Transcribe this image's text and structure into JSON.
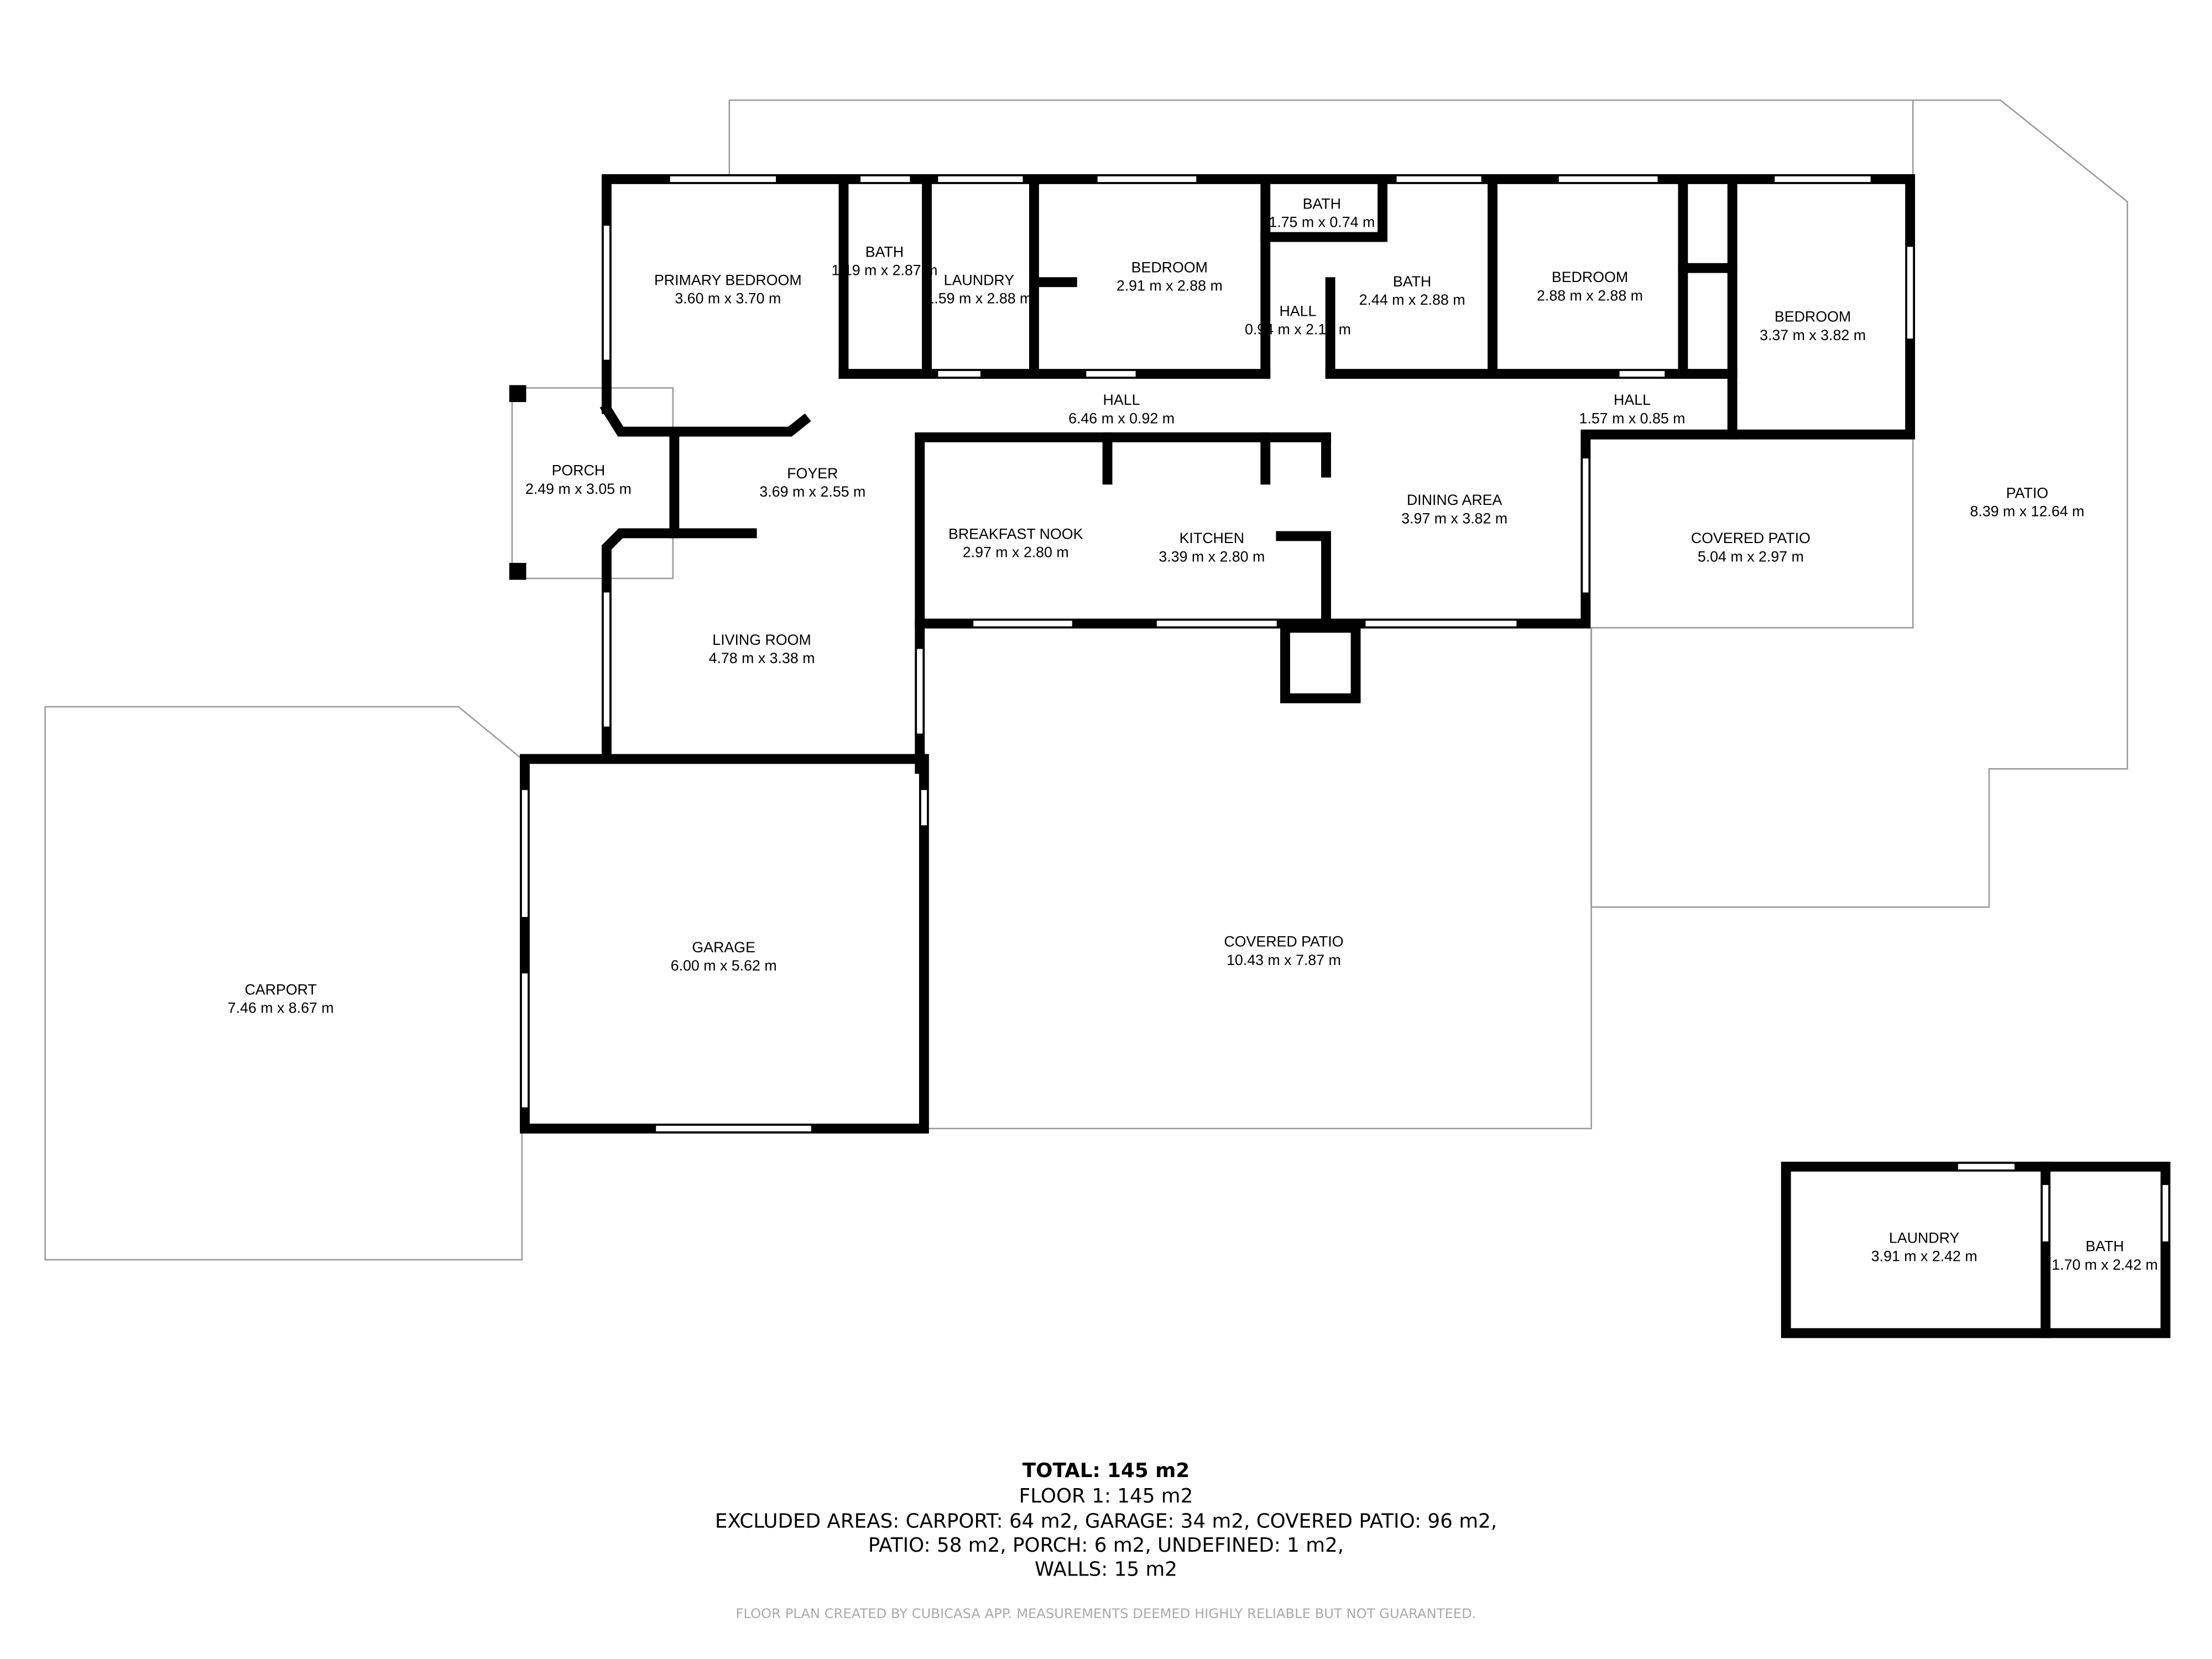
{
  "rooms": [
    {
      "name": "PRIMARY BEDROOM",
      "size": "3.60 m x 3.70 m"
    },
    {
      "name": "BATH",
      "size": "1.19 m x 2.87 m"
    },
    {
      "name": "LAUNDRY",
      "size": "1.59 m x 2.88 m"
    },
    {
      "name": "BEDROOM",
      "size": "2.91 m x 2.88 m"
    },
    {
      "name": "BATH",
      "size": "1.75 m x 0.74 m"
    },
    {
      "name": "HALL",
      "size": "0.94 m x 2.14 m"
    },
    {
      "name": "BATH",
      "size": "2.44 m x 2.88 m"
    },
    {
      "name": "BEDROOM",
      "size": "2.88 m x 2.88 m"
    },
    {
      "name": "BEDROOM",
      "size": "3.37 m x 3.82 m"
    },
    {
      "name": "HALL",
      "size": "6.46 m x 0.92 m"
    },
    {
      "name": "HALL",
      "size": "1.57 m x 0.85 m"
    },
    {
      "name": "PORCH",
      "size": "2.49 m x 3.05 m"
    },
    {
      "name": "FOYER",
      "size": "3.69 m x 2.55 m"
    },
    {
      "name": "BREAKFAST NOOK",
      "size": "2.97 m x 2.80 m"
    },
    {
      "name": "KITCHEN",
      "size": "3.39 m x 2.80 m"
    },
    {
      "name": "DINING AREA",
      "size": "3.97 m x 3.82 m"
    },
    {
      "name": "COVERED PATIO",
      "size": "5.04 m x 2.97 m"
    },
    {
      "name": "PATIO",
      "size": "8.39 m x 12.64 m"
    },
    {
      "name": "LIVING ROOM",
      "size": "4.78 m x 3.38 m"
    },
    {
      "name": "GARAGE",
      "size": "6.00 m x 5.62 m"
    },
    {
      "name": "COVERED PATIO",
      "size": "10.43 m x 7.87 m"
    },
    {
      "name": "CARPORT",
      "size": "7.46 m x 8.67 m"
    },
    {
      "name": "LAUNDRY",
      "size": "3.91 m x 2.42 m"
    },
    {
      "name": "BATH",
      "size": "1.70 m x 2.42 m"
    }
  ],
  "summary": {
    "total": "TOTAL: 145 m2",
    "floor": "FLOOR 1: 145 m2",
    "excluded_1": "EXCLUDED AREAS: CARPORT: 64 m2, GARAGE: 34 m2, COVERED PATIO: 96 m2,",
    "excluded_2": "PATIO: 58 m2, PORCH: 6 m2, UNDEFINED: 1 m2,",
    "walls": "WALLS: 15 m2"
  },
  "footer": "FLOOR PLAN CREATED BY CUBICASA APP. MEASUREMENTS DEEMED HIGHLY RELIABLE BUT NOT GUARANTEED."
}
